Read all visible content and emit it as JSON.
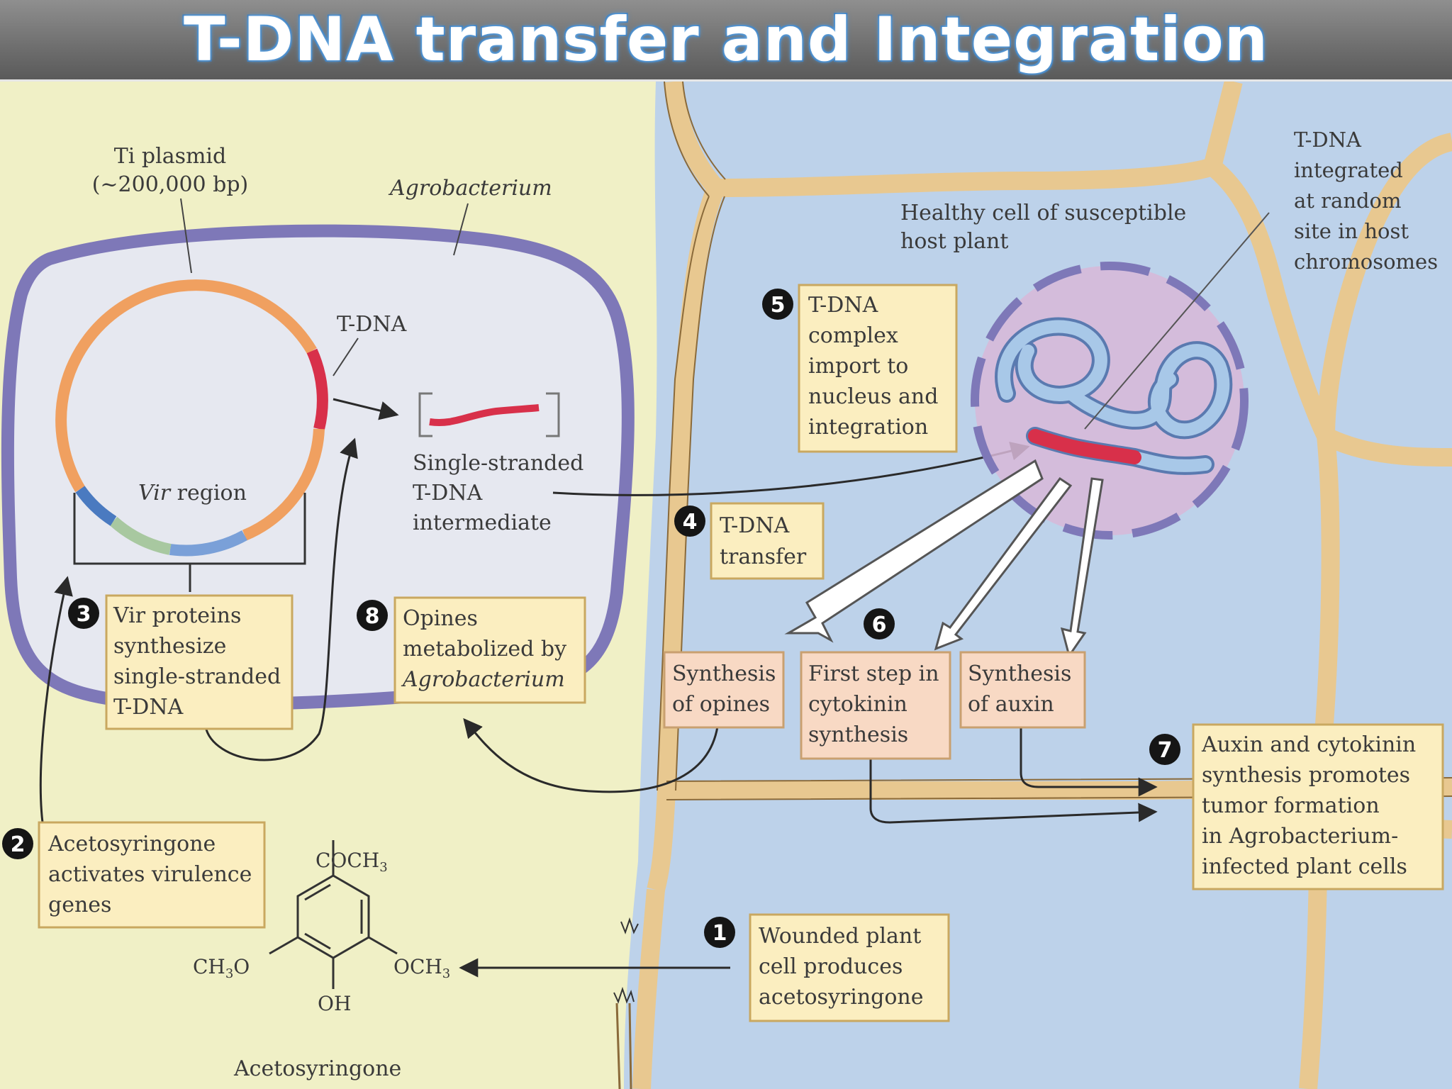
{
  "title": "T-DNA transfer and Integration",
  "labels": {
    "ti_plasmid": [
      "Ti plasmid",
      "(~200,000 bp)"
    ],
    "agrobacterium": "Agrobacterium",
    "tdna": "T-DNA",
    "vir_region": "Vir region",
    "single_stranded": [
      "Single-stranded",
      "T-DNA",
      "intermediate"
    ],
    "healthy_cell": [
      "Healthy cell of susceptible",
      "host plant"
    ],
    "tdna_integrated": [
      "T-DNA",
      "integrated",
      "at random",
      "site in host",
      "chromosomes"
    ],
    "acetosyringone": "Acetosyringone",
    "coch3": "COCH",
    "och3": "OCH",
    "ch3o": "CH",
    "oh": "OH"
  },
  "steps": [
    {
      "num": "1",
      "lines": [
        "Wounded plant",
        "cell produces",
        "acetosyringone"
      ]
    },
    {
      "num": "2",
      "lines": [
        "Acetosyringone",
        "activates virulence",
        "genes"
      ]
    },
    {
      "num": "3",
      "lines": [
        "Vir proteins",
        "synthesize",
        "single-stranded",
        "T-DNA"
      ]
    },
    {
      "num": "4",
      "lines": [
        "T-DNA",
        "transfer"
      ]
    },
    {
      "num": "5",
      "lines": [
        "T-DNA",
        "complex",
        "import to",
        "nucleus and",
        "integration"
      ]
    },
    {
      "num": "6",
      "boxes": [
        {
          "lines": [
            "Synthesis",
            "of opines"
          ]
        },
        {
          "lines": [
            "First step in",
            "cytokinin",
            "synthesis"
          ]
        },
        {
          "lines": [
            "Synthesis",
            "of auxin"
          ]
        }
      ]
    },
    {
      "num": "7",
      "lines": [
        "Auxin and cytokinin",
        "synthesis promotes",
        "tumor formation",
        "in Agrobacterium-",
        "infected plant cells"
      ]
    },
    {
      "num": "8",
      "lines": [
        "Opines",
        "metabolized by",
        "Agrobacterium"
      ]
    }
  ],
  "colors": {
    "background_left": "#f0f0c6",
    "background_right": "#bdd2ea",
    "cell_wall": "#e8c890",
    "bacterium_membrane": "#7e78b8",
    "plasmid_orange": "#f0a060",
    "tdna_red": "#d8304a",
    "vir_blue": "#4a7ac0",
    "nucleus": "#d8b8d8",
    "box_fill": "#fbeec0",
    "box_pink": "#f8d9c4"
  }
}
